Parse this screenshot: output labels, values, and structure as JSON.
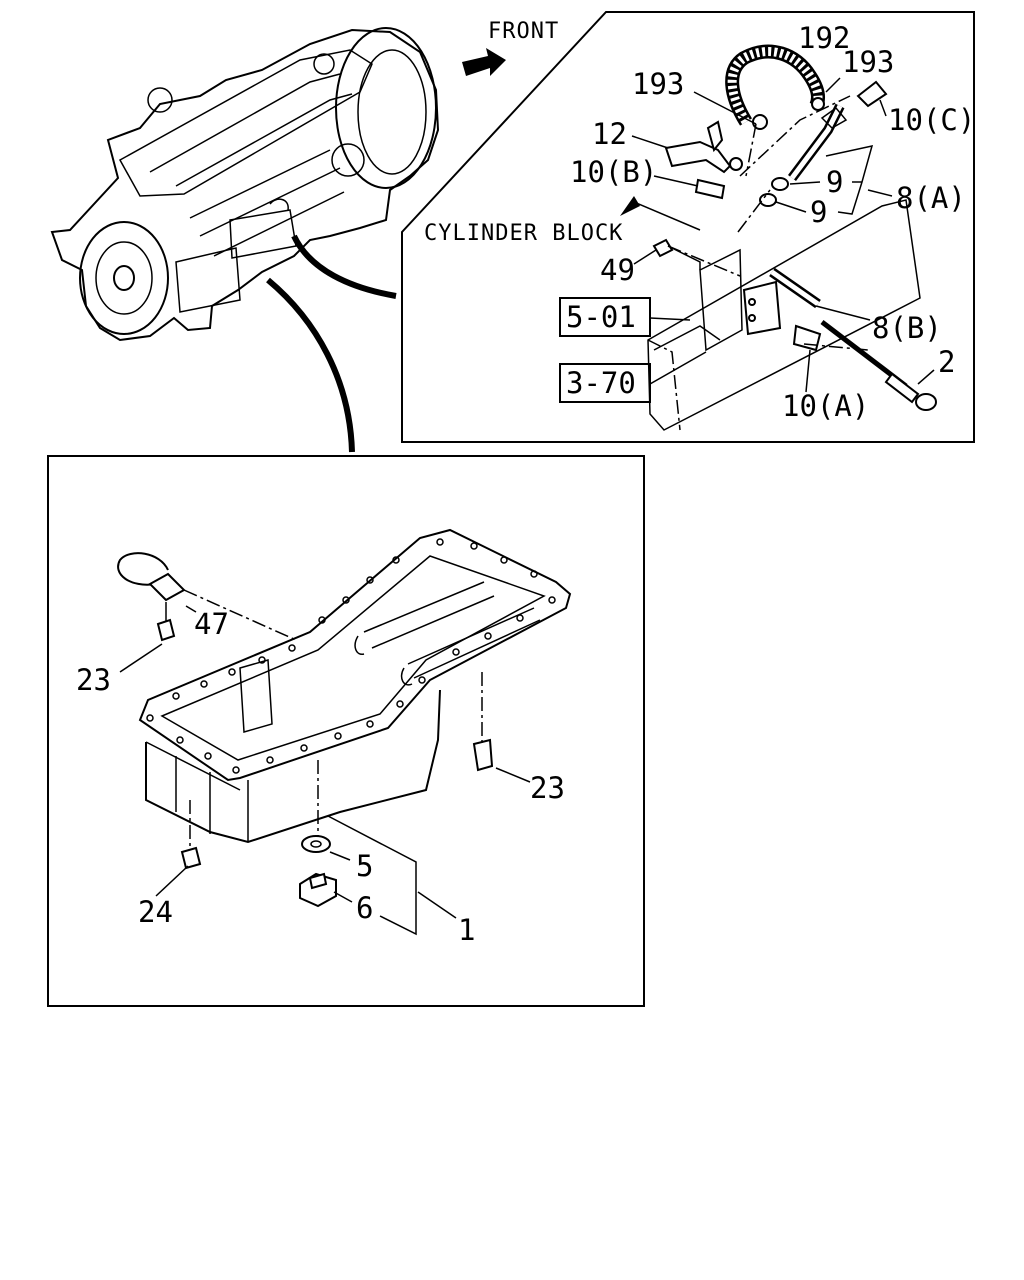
{
  "diagram": {
    "direction_label": "FRONT",
    "section_label": "CYLINDER BLOCK",
    "references": [
      "5-01",
      "3-70"
    ],
    "callouts": {
      "p192": "192",
      "p193a": "193",
      "p193b": "193",
      "p10c": "10(C)",
      "p12": "12",
      "p10b": "10(B)",
      "p9a": "9",
      "p9b": "9",
      "p8a": "8(A)",
      "p49": "49",
      "p8b": "8(B)",
      "p2": "2",
      "p10a": "10(A)",
      "p47": "47",
      "p23a": "23",
      "p23b": "23",
      "p5": "5",
      "p6": "6",
      "p1": "1",
      "p24": "24"
    }
  }
}
